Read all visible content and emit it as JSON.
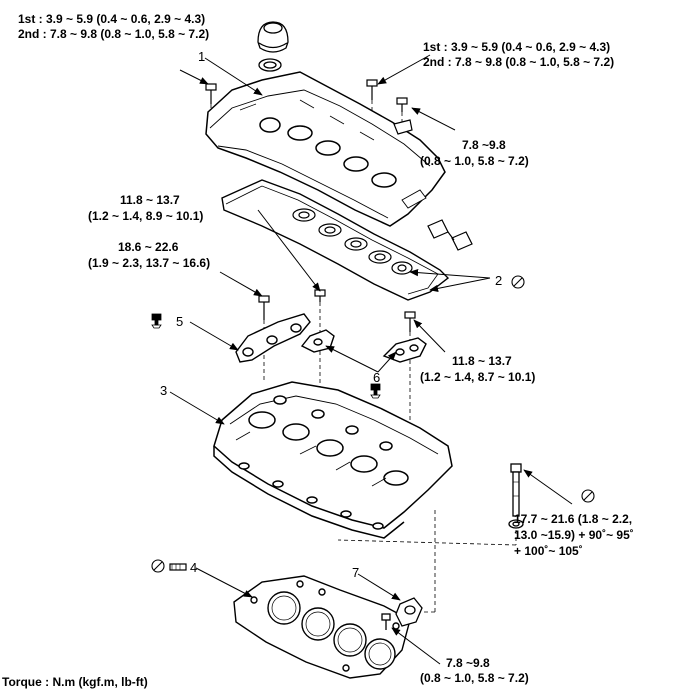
{
  "torque_labels": {
    "t_topleft_1": "1st : 3.9 ~ 5.9 (0.4 ~ 0.6, 2.9 ~ 4.3)",
    "t_topleft_2": "2nd : 7.8 ~ 9.8 (0.8 ~ 1.0, 5.8 ~ 7.2)",
    "t_topright_1": "1st  : 3.9 ~ 5.9 (0.4 ~ 0.6, 2.9 ~ 4.3)",
    "t_topright_2": "2nd : 7.8 ~ 9.8 (0.8 ~ 1.0, 5.8 ~ 7.2)",
    "t_bracket_1": "7.8 ~9.8",
    "t_bracket_2": "(0.8 ~ 1.0, 5.8 ~ 7.2)",
    "t_cam_center_1": "11.8 ~ 13.7",
    "t_cam_center_2": "(1.2 ~ 1.4, 8.9 ~ 10.1)",
    "t_cam_left_1": "18.6 ~ 22.6",
    "t_cam_left_2": "(1.9 ~ 2.3, 13.7 ~ 16.6)",
    "t_cam_right_1": "11.8 ~ 13.7",
    "t_cam_right_2": "(1.2 ~ 1.4, 8.7 ~ 10.1)",
    "t_head_1": "17.7 ~ 21.6 (1.8 ~ 2.2,",
    "t_head_2": "13.0 ~15.9) + 90˚~ 95˚",
    "t_head_3": "+ 100˚~ 105˚",
    "t_ect_1": "7.8 ~9.8",
    "t_ect_2": "(0.8 ~ 1.0, 5.8 ~ 7.2)"
  },
  "part_numbers": {
    "p1": "1",
    "p2": "2",
    "p3": "3",
    "p4": "4",
    "p5": "5",
    "p6": "6",
    "p7": "7"
  },
  "footer": {
    "torque_unit": "Torque : N.m (kgf.m, lb-ft)"
  },
  "icons": {
    "do_not_reuse": "no-reuse-icon",
    "sealant": "sealant-icon"
  },
  "colors": {
    "line": "#000000",
    "fill": "#ffffff",
    "shade": "#d8d8d8"
  }
}
